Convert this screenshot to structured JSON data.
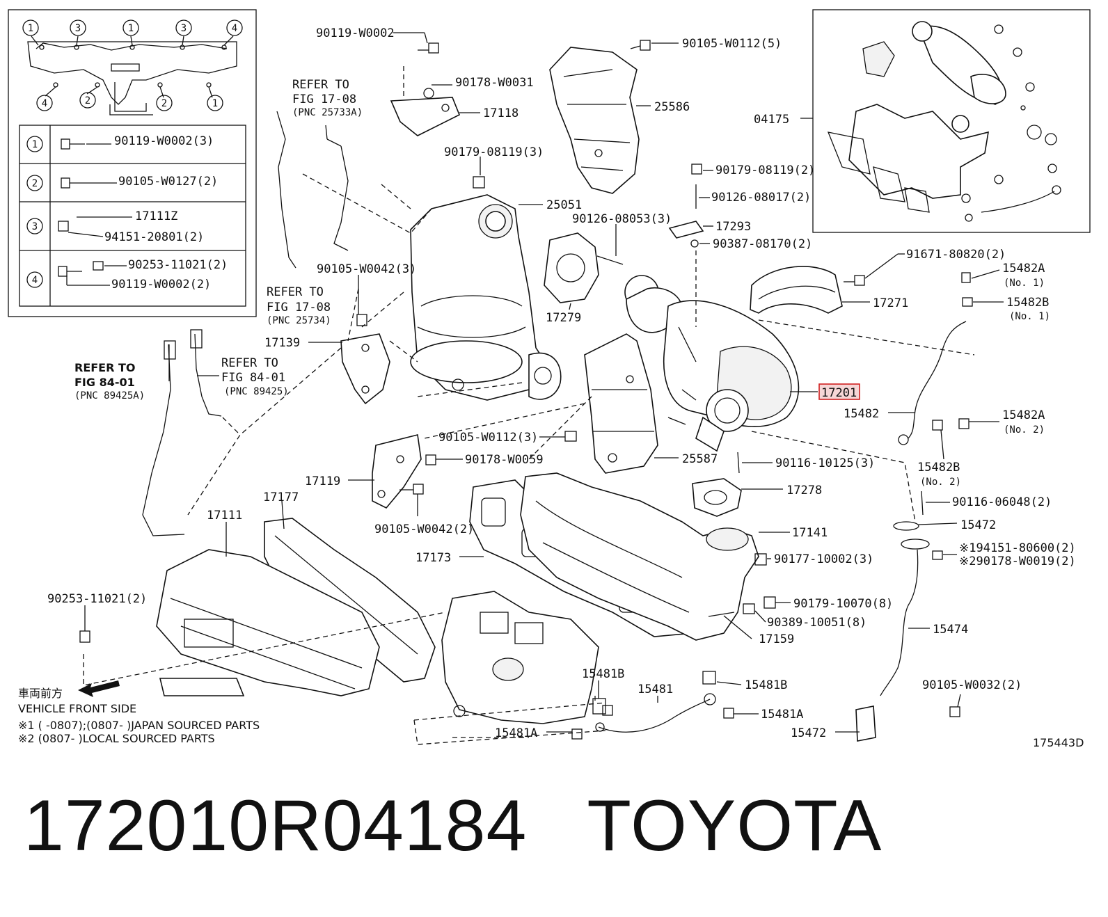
{
  "callouts": {
    "c01": "90119-W0002",
    "c02": "90178-W0031",
    "c03": "17118",
    "c04": "90179-08119(3)",
    "c05": "25051",
    "c06": "REFER TO",
    "c07": "FIG 17-08",
    "c08": "(PNC 25733A)",
    "c09": "90105-W0112(5)",
    "c10": "25586",
    "c11": "04175",
    "c12": "90179-08119(2)",
    "c13": "90126-08017(2)",
    "c14": "90126-08053(3)",
    "c15": "17293",
    "c16": "90387-08170(2)",
    "c17": "91671-80820(2)",
    "c18": "15482A",
    "c19": "(No. 1)",
    "c20": "15482B",
    "c21": "(No. 1)",
    "c22": "17271",
    "c23": "90105-W0042(3)",
    "c24": "REFER TO",
    "c25": "FIG 17-08",
    "c26": "(PNC 25734)",
    "c27": "17279",
    "c28": "17139",
    "c29": "REFER TO",
    "c30": "FIG 84-01",
    "c31": "(PNC 89425A)",
    "c32": "REFER TO",
    "c33": "FIG 84-01",
    "c34": "(PNC 89425)",
    "c35": "17201",
    "c36": "15482",
    "c37": "15482A",
    "c38": "(No. 2)",
    "c39": "15482B",
    "c40": "(No. 2)",
    "c41": "90105-W0112(3)",
    "c42": "25587",
    "c43": "90178-W0059",
    "c44": "90116-10125(3)",
    "c45": "17119",
    "c46": "17177",
    "c47": "17278",
    "c48": "90116-06048(2)",
    "c49": "17111",
    "c50": "90105-W0042(2)",
    "c51": "15472",
    "c52": "17141",
    "c53": "17173",
    "c54": "※194151-80600(2)",
    "c55": "※290178-W0019(2)",
    "c56": "90177-10002(3)",
    "c57": "90179-10070(8)",
    "c58": "90389-10051(8)",
    "c59": "17159",
    "c60": "15474",
    "c61": "90253-11021(2)",
    "c62": "15481B",
    "c63": "15481",
    "c64": "15481B",
    "c65": "90105-W0032(2)",
    "c66": "15481A",
    "c67": "15481A",
    "c68": "15472",
    "c69": "175443D"
  },
  "legend": {
    "markers": [
      "1",
      "3",
      "1",
      "3",
      "4",
      "4",
      "2",
      "2",
      "1"
    ],
    "rows": [
      {
        "num": "1",
        "part_a": "90119-W0002(3)",
        "part_b": ""
      },
      {
        "num": "2",
        "part_a": "90105-W0127(2)",
        "part_b": ""
      },
      {
        "num": "3",
        "part_a": "17111Z",
        "part_b": "94151-20801(2)"
      },
      {
        "num": "4",
        "part_a": "90253-11021(2)",
        "part_b": "90119-W0002(2)"
      }
    ]
  },
  "notes": {
    "front_jp": "車両前方",
    "front_en": "VEHICLE FRONT SIDE",
    "note1": "※1 (      -0807);(0807-      )JAPAN SOURCED PARTS",
    "note2": "※2 (0807-      )LOCAL SOURCED PARTS"
  },
  "footer": {
    "part_number": "172010R04184",
    "brand": "TOYOTA"
  },
  "highlight_color": "#d02020"
}
